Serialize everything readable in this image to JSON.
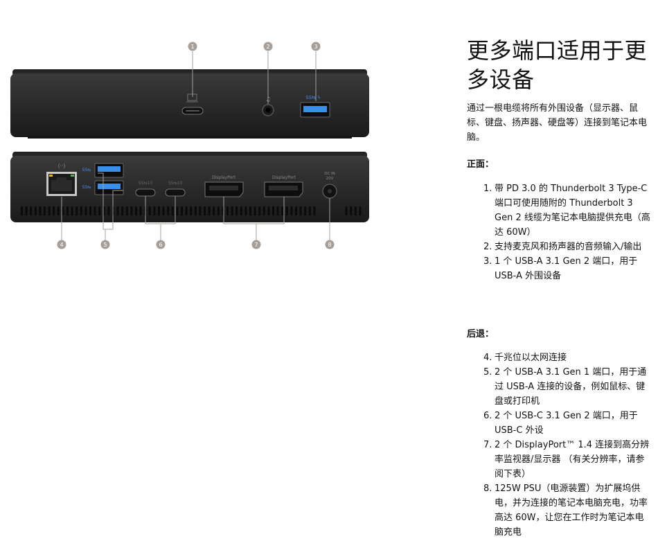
{
  "illustration": {
    "callouts": [
      "1",
      "2",
      "3",
      "4",
      "5",
      "6",
      "7",
      "8"
    ],
    "dp_label": "DisplayPort",
    "dc_label_line1": "DC IN",
    "dc_label_line2": "20V",
    "device_color": "#2b2b2b",
    "accent_blue": "#3a8fe8",
    "callout_color": "#a79f97"
  },
  "content": {
    "title_line1": "更多端口适用于更",
    "title_line2": "多设备",
    "intro": "通过一根电缆将所有外围设备（显示器、鼠标、键盘、扬声器、硬盘等）连接到笔记本电脑。",
    "front_heading": "正面：",
    "front_items": [
      {
        "num": "1.",
        "text": "带 PD 3.0 的 Thunderbolt 3 Type-C 端口可使用随附的 Thunderbolt 3 Gen 2 线缆为笔记本电脑提供充电（高达 60W）"
      },
      {
        "num": "2.",
        "text": "支持麦克风和扬声器的音频输入/输出"
      },
      {
        "num": "3.",
        "text": "1 个 USB-A 3.1 Gen 2 端口，用于 USB-A 外围设备"
      }
    ],
    "back_heading": "后退：",
    "back_items": [
      {
        "num": "4.",
        "text": "千兆位以太网连接"
      },
      {
        "num": "5.",
        "text": "2 个 USB-A 3.1 Gen 1 端口，用于通过 USB-A 连接的设备，例如鼠标、键盘或打印机"
      },
      {
        "num": "6.",
        "text": "2 个 USB-C 3.1 Gen 2 端口，用于 USB-C 外设"
      },
      {
        "num": "7.",
        "text": "2 个 DisplayPort™ 1.4 连接到高分辨率监视器/显示器 （有关分辨率，请参阅下表）"
      },
      {
        "num": "8.",
        "text": "125W PSU（电源装置）为扩展坞供电，并为连接的笔记本电脑充电，功率高达 60W，让您在工作时为笔记本电脑充电"
      }
    ]
  }
}
